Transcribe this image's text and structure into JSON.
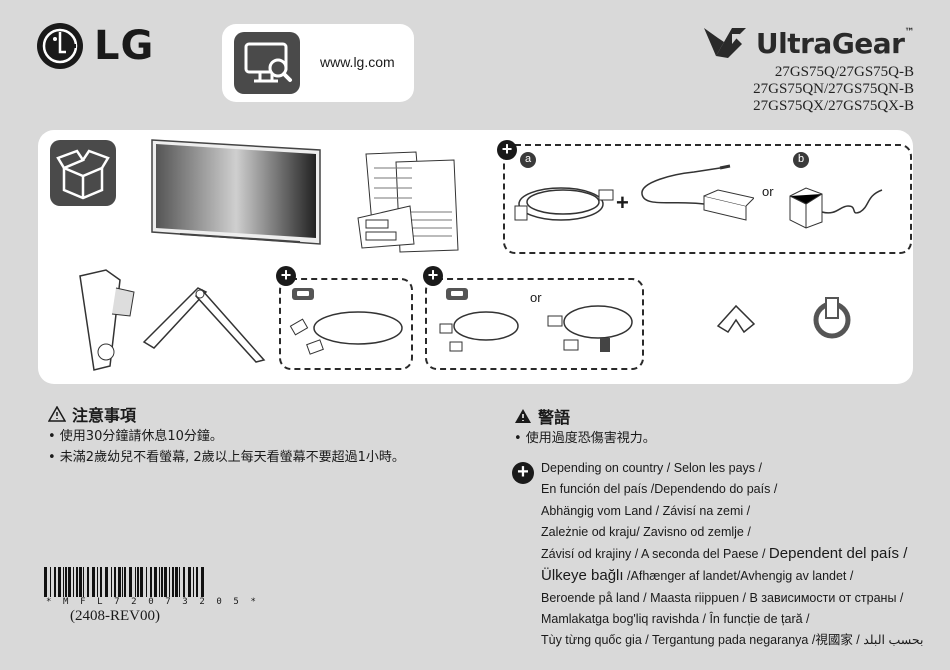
{
  "header": {
    "logo_text": "LG",
    "website": "www.lg.com",
    "brand": "UltraGear",
    "trademark": "™",
    "models": [
      "27GS75Q/27GS75Q-B",
      "27GS75QN/27GS75QN-B",
      "27GS75QX/27GS75QX-B"
    ]
  },
  "panel": {
    "option_a": "a",
    "option_b": "b",
    "or_power": "or",
    "or_cable": "or"
  },
  "notes_left": {
    "title": "注意事項",
    "lines": [
      "• 使用30分鐘請休息10分鐘。",
      "• 未滿2歲幼兒不看螢幕, 2歲以上每天看螢幕不要超過1小時。"
    ]
  },
  "notes_right": {
    "title": "警語",
    "lines": [
      "• 使用過度恐傷害視力。"
    ]
  },
  "country_notice": {
    "lines": [
      "Depending on country /  Selon les pays /",
      "En función del país /Dependendo do país /",
      "Abhängig vom Land / Závisí na zemi /",
      "Zależnie od kraju/ Zavisno od zemlje /",
      "Závisí od krajiny /  A seconda del Paese /",
      "Dependent del país /",
      "Ülkeye bağlı",
      "/Afhænger af landet/Avhengig av landet /",
      "Beroende på land / Maasta riippuen / В зависимости от страны /",
      "Mamlakatga bog'liq ravishda / În funcție de țară /",
      "Tùy từng quốc gia",
      " / Tergantung pada negaranya /視國家 / بحسب البلد"
    ]
  },
  "footer": {
    "barcode_text": "* M F L 7 2 0 7 3 2 0 5 *",
    "revision": "(2408-REV00)"
  },
  "colors": {
    "background": "#d9d9d9",
    "panel": "#ffffff",
    "icon_dark": "#4a4a4a"
  }
}
